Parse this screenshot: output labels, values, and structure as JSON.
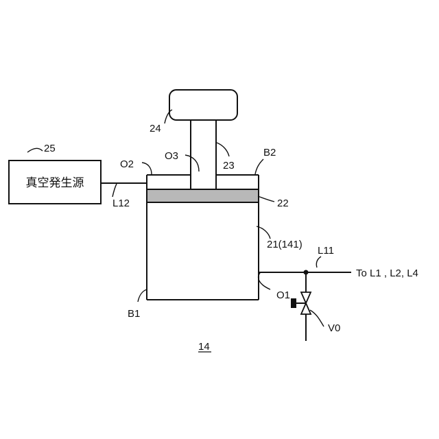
{
  "labels": {
    "vacuum_source_number": "25",
    "vacuum_source_text": "真空発生源",
    "weight_number": "24",
    "o3": "O3",
    "o2": "O2",
    "rod_number": "23",
    "b2": "B2",
    "l12": "L12",
    "piston_number": "22",
    "cylinder_number": "21(141)",
    "l11": "L11",
    "destination": "To L1 , L2, L4",
    "o1": "O1",
    "b1": "B1",
    "valve_number": "V0",
    "figure_number": "14"
  },
  "colors": {
    "line": "#111111",
    "piston_fill": "#b8b8b8",
    "background": "#ffffff"
  }
}
